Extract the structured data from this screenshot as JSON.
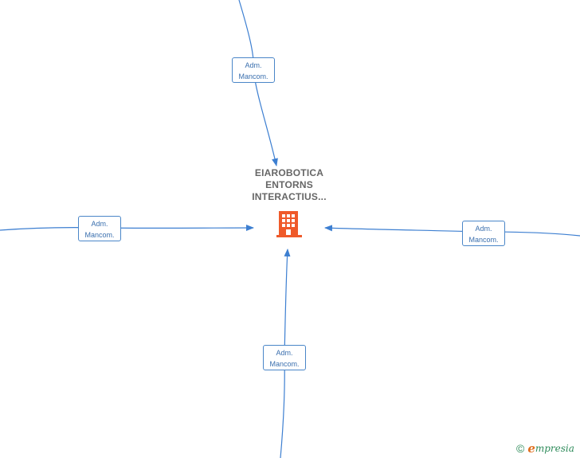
{
  "center_node": {
    "title_lines": [
      "EIAROBOTICA",
      "ENTORNS",
      "INTERACTIUS..."
    ],
    "icon": "building-icon",
    "icon_color": "#ef5a2a"
  },
  "relations": [
    {
      "id": "top",
      "line1": "Adm.",
      "line2": "Mancom."
    },
    {
      "id": "left",
      "line1": "Adm.",
      "line2": "Mancom."
    },
    {
      "id": "right",
      "line1": "Adm.",
      "line2": "Mancom."
    },
    {
      "id": "bottom",
      "line1": "Adm.",
      "line2": "Mancom."
    }
  ],
  "colors": {
    "edge": "#3d7fd1",
    "box_border": "#4a86c8",
    "title": "#666666"
  },
  "brand": {
    "copyright": "©",
    "first_letter": "e",
    "rest": "mpresia"
  }
}
